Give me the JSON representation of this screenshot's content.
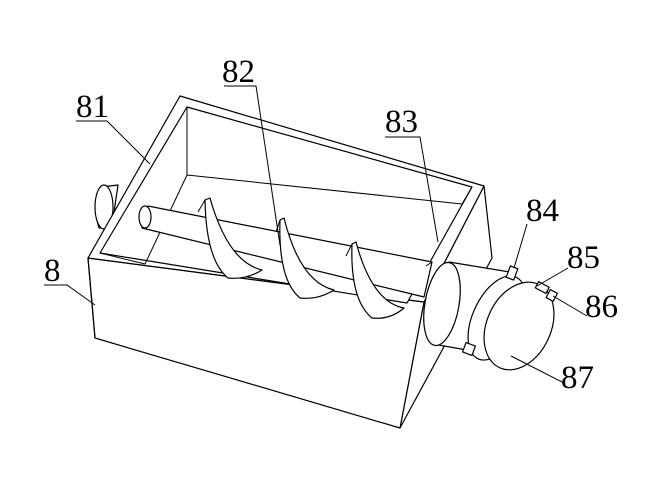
{
  "figure": {
    "labels": {
      "housing": "8",
      "tank": "81",
      "screw": "82",
      "drum": "83",
      "clip_top": "84",
      "hinge": "85",
      "knob": "86",
      "cover": "87"
    }
  }
}
